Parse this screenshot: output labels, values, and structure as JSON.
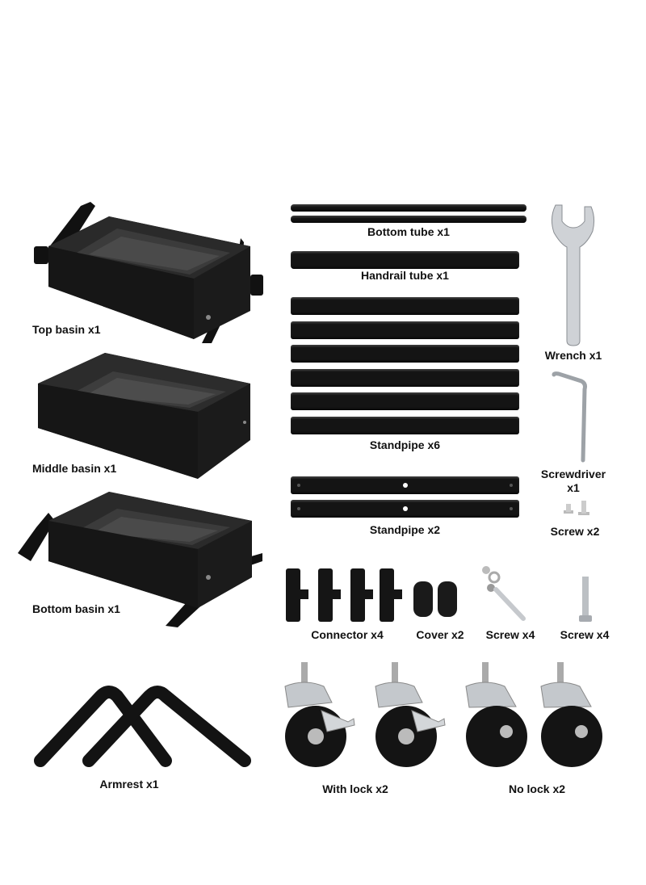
{
  "parts": {
    "top_basin": "Top basin x1",
    "middle_basin": "Middle basin x1",
    "bottom_basin": "Bottom basin x1",
    "bottom_tube": "Bottom tube x1",
    "handrail_tube": "Handrail tube x1",
    "standpipe_6": "Standpipe x6",
    "standpipe_2": "Standpipe x2",
    "wrench": "Wrench x1",
    "screwdriver_line1": "Screwdriver",
    "screwdriver_line2": "x1",
    "screw_small": "Screw x2",
    "connector": "Connector x4",
    "cover": "Cover x2",
    "screw_bolt": "Screw x4",
    "screw_long": "Screw x4",
    "armrest": "Armrest x1",
    "with_lock": "With lock x2",
    "no_lock": "No lock x2"
  },
  "colors": {
    "part_black": "#141414",
    "metal": "#c9cdd2",
    "background": "#ffffff"
  }
}
